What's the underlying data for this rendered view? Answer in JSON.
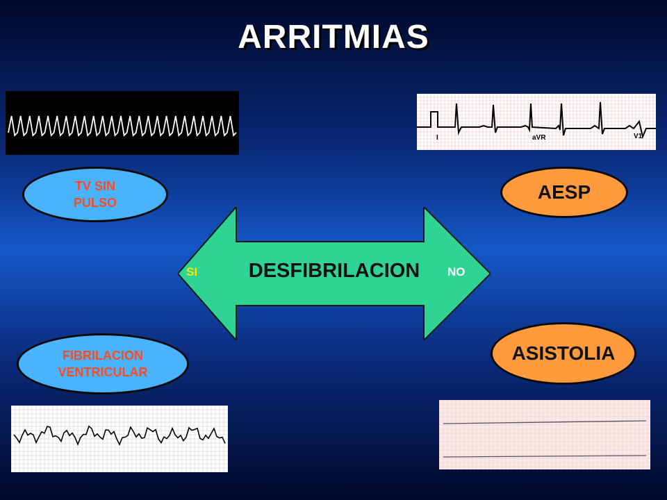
{
  "title": "ARRITMIAS",
  "left": {
    "tv": {
      "line1": "TV SIN",
      "line2": "PULSO"
    },
    "fv": {
      "line1": "FIBRILACION",
      "line2": "VENTRICULAR"
    }
  },
  "right": {
    "aesp": {
      "label": "AESP"
    },
    "asistolia": {
      "label": "ASISTOLIA"
    }
  },
  "arrow": {
    "label": "DESFIBRILACION",
    "left_label": "SI",
    "right_label": "NO"
  },
  "ecg": {
    "aesp_leads": [
      "I",
      "aVR",
      "V1"
    ]
  },
  "colors": {
    "oval_blue": "#4ab3ff",
    "oval_blue_text": "#ff4a1a",
    "oval_orange": "#ff9b3c",
    "arrow_fill": "#2fd494",
    "si_color": "#f4e400"
  }
}
